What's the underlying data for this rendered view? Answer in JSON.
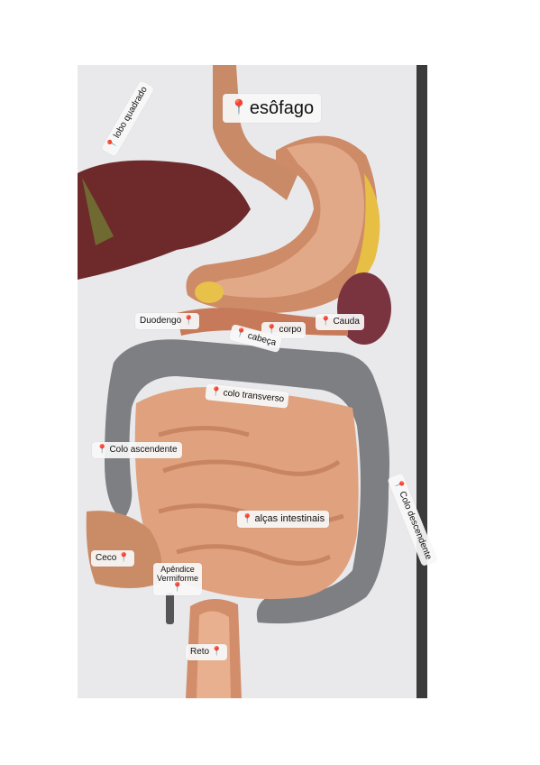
{
  "labels": {
    "esofago": "esôfago",
    "lobo_quadrado": "lobo quadrado",
    "duodengo": "Duodengo",
    "corpo": "corpo",
    "cauda": "Cauda",
    "cabeca": "cabeça",
    "colo_transverso": "colo transverso",
    "colo_ascendente": "Colo ascendente",
    "colo_descendente": "Colo descendente",
    "alcas_intestinais": "alças intestinais",
    "ceco": "Ceco",
    "apendice_line1": "Apêndice",
    "apendice_line2": "Vermiforme",
    "reto": "Reto"
  },
  "icons": {
    "pin": "map-pin-icon"
  },
  "colors": {
    "pin": "#e03a3a",
    "liver": "#6e2a2a",
    "stomach": "#d79a78",
    "colon": "#7d7f83",
    "intestine": "#e0a27e",
    "background": "#e9e9ec"
  }
}
